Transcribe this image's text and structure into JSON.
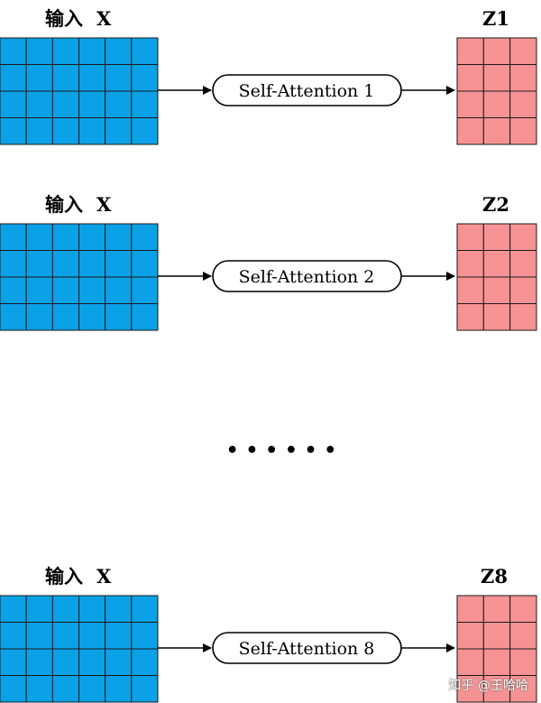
{
  "colors": {
    "input_fill": "#0aa1e6",
    "output_fill": "#f79294",
    "grid_line": "#1a1a1a",
    "arrow": "#000000"
  },
  "rows": [
    {
      "input_label": "输入",
      "input_var": "X",
      "process_label": "Self-Attention 1",
      "output_label": "Z1"
    },
    {
      "input_label": "输入",
      "input_var": "X",
      "process_label": "Self-Attention 2",
      "output_label": "Z2"
    },
    {
      "input_label": "输入",
      "input_var": "X",
      "process_label": "Self-Attention 8",
      "output_label": "Z8"
    }
  ],
  "ellipsis": "• • • • • •",
  "watermark": "知乎 @王哈哈"
}
